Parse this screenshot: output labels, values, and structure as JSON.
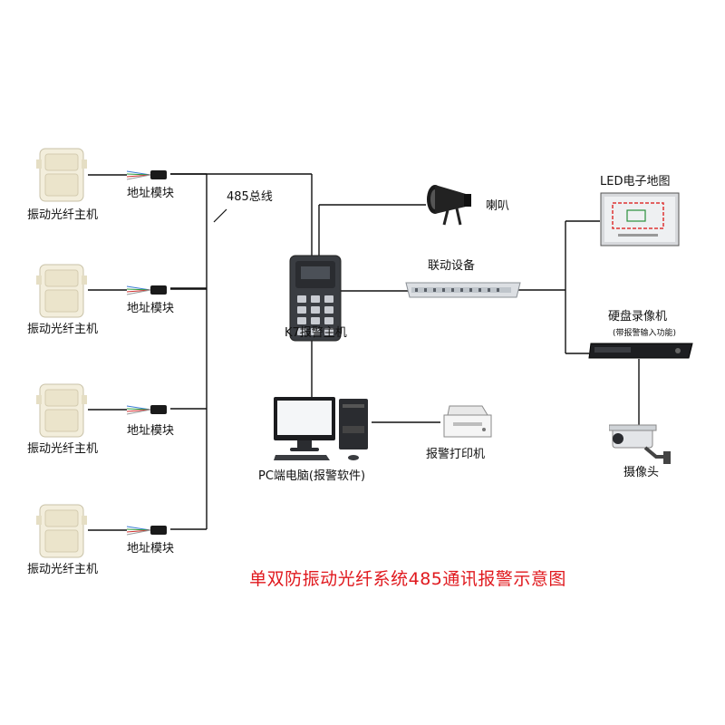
{
  "hosts": [
    {
      "label": "振动光纤主机",
      "module": "地址模块"
    },
    {
      "label": "振动光纤主机",
      "module": "地址模块"
    },
    {
      "label": "振动光纤主机",
      "module": "地址模块"
    },
    {
      "label": "振动光纤主机",
      "module": "地址模块"
    }
  ],
  "bus_label": "485总线",
  "alarm_host": "K7报警主机",
  "speaker": "喇叭",
  "linkage": "联动设备",
  "led_map": "LED电子地图",
  "dvr": "硬盘录像机",
  "dvr_note": "(带报警输入功能)",
  "camera": "摄像头",
  "pc": "PC端电脑(报警软件)",
  "printer": "报警打印机",
  "title": "单双防振动光纤系统485通讯报警示意图"
}
